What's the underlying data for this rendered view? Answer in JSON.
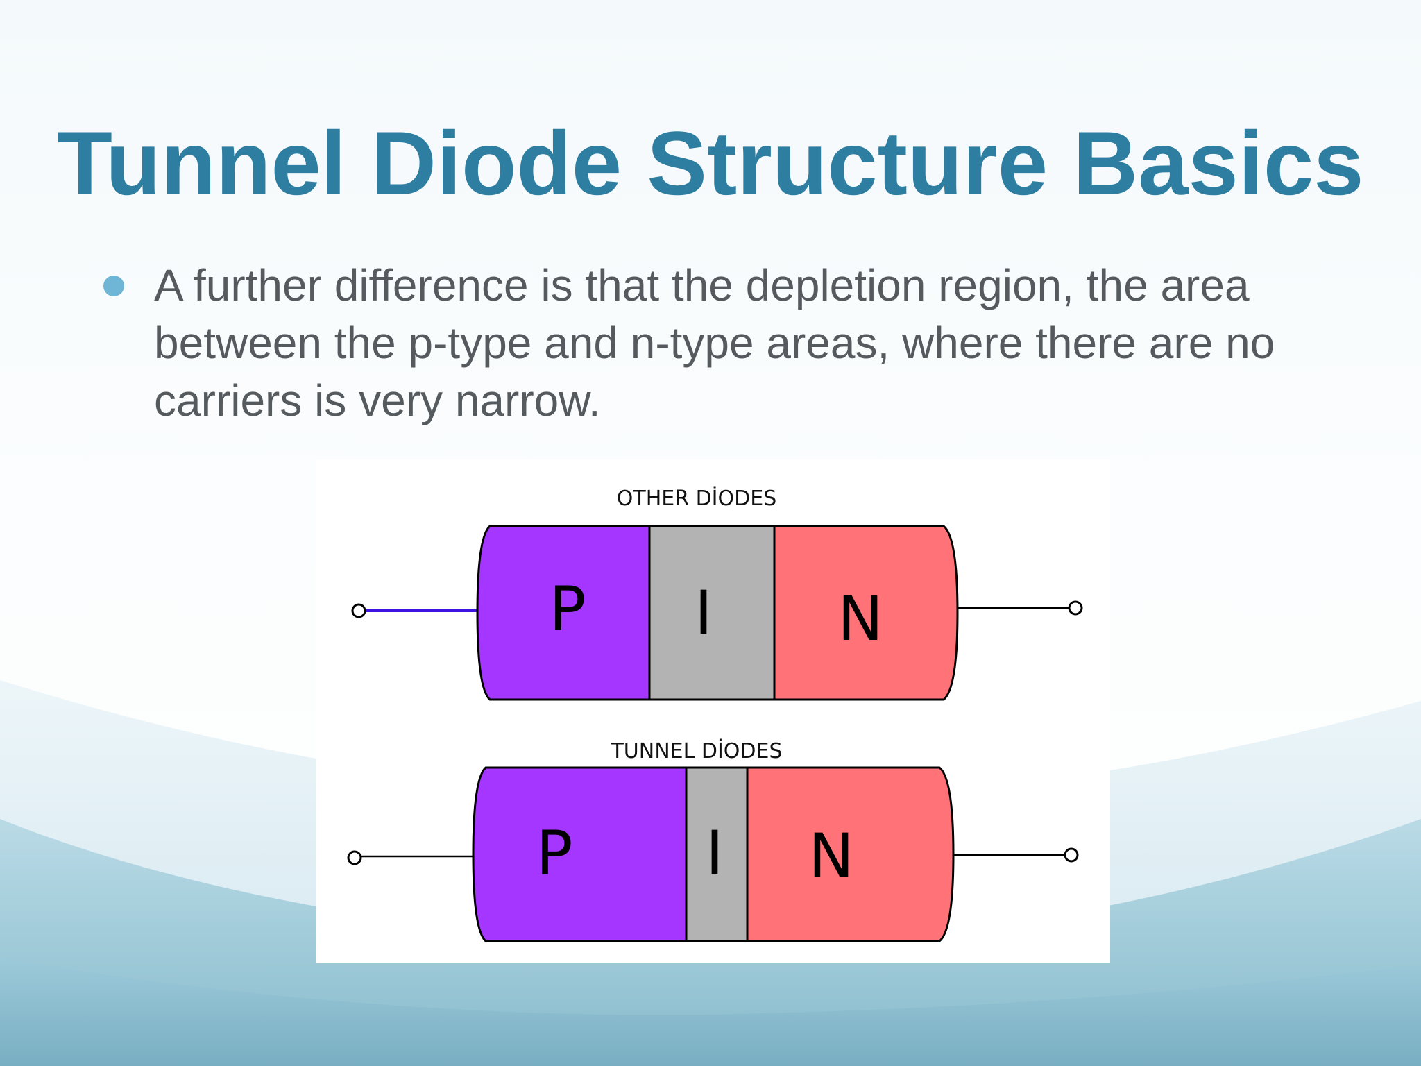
{
  "slide": {
    "title": "Tunnel Diode Structure Basics",
    "bullet_lines": [
      "A further difference is that the depletion region, the area",
      "between the p-type and n-type areas, where there are no",
      "carriers is very narrow."
    ]
  },
  "diagram": {
    "diodes": [
      {
        "heading": "OTHER DİODES",
        "regions": [
          {
            "letter": "P",
            "color": "#a436ff"
          },
          {
            "letter": "I",
            "color": "#b3b3b3"
          },
          {
            "letter": "N",
            "color": "#ff7378"
          }
        ],
        "left_lead_color": "#3c13e0",
        "right_lead_color": "#000000"
      },
      {
        "heading": "TUNNEL DİODES",
        "regions": [
          {
            "letter": "P",
            "color": "#a436ff"
          },
          {
            "letter": "I",
            "color": "#b3b3b3"
          },
          {
            "letter": "N",
            "color": "#ff7378"
          }
        ],
        "left_lead_color": "#000000",
        "right_lead_color": "#000000"
      }
    ]
  },
  "colors": {
    "title": "#2e7ea1",
    "bullet": "#6fb5d6",
    "body_text": "#555a5f",
    "wave_dark": "#7fb9cc",
    "wave_light": "#d5eaf1"
  }
}
